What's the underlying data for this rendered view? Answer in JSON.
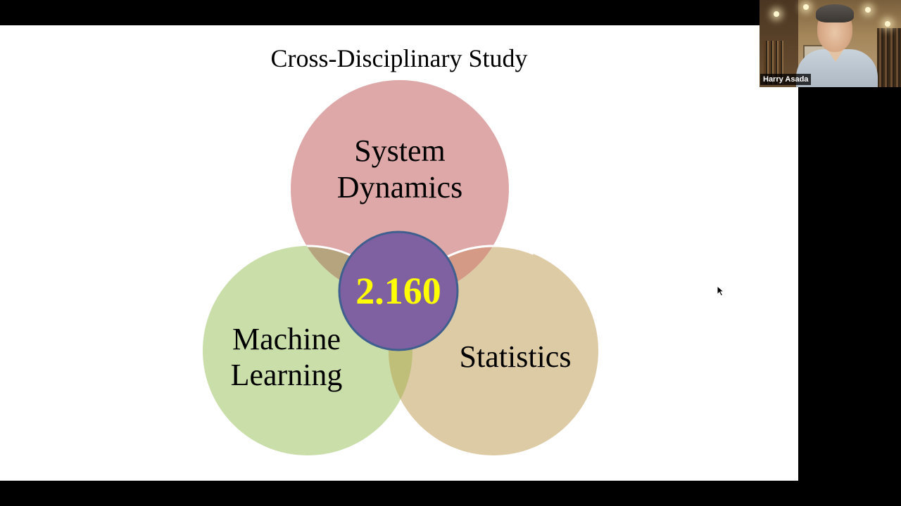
{
  "slide": {
    "title": "Cross-Disciplinary Study",
    "circles": {
      "top": {
        "line1": "System",
        "line2": "Dynamics",
        "color": "#dea8a8"
      },
      "left": {
        "line1": "Machine",
        "line2": "Learning",
        "color": "#cadeaa"
      },
      "right": {
        "line1": "Statistics",
        "color": "#ddcba6"
      }
    },
    "center": {
      "label": "2.160",
      "color": "#7f61a1",
      "text_color": "#ffff00"
    },
    "tools": [
      "pen-icon",
      "notes-icon",
      "next-arrow-icon"
    ]
  },
  "webcam": {
    "participant_name": "Harry Asada"
  }
}
